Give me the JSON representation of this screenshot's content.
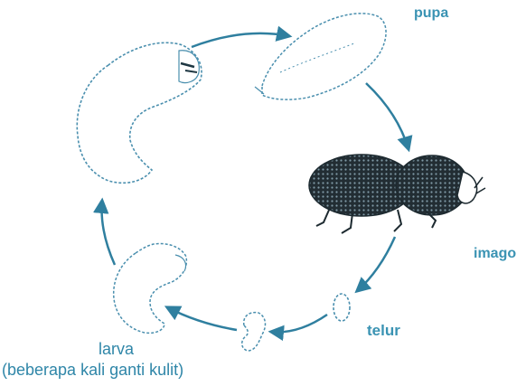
{
  "diagram": {
    "stages": {
      "pupa": {
        "label": "pupa"
      },
      "imago": {
        "label": "imago"
      },
      "telur": {
        "label": "telur"
      },
      "larva": {
        "label": "larva",
        "note": "(beberapa kali ganti kulit)"
      }
    },
    "colors": {
      "label": "#3a93b3",
      "arrow": "#2f7f9f",
      "outline": "#4a8fae",
      "beetle": "#1d2a30"
    }
  }
}
